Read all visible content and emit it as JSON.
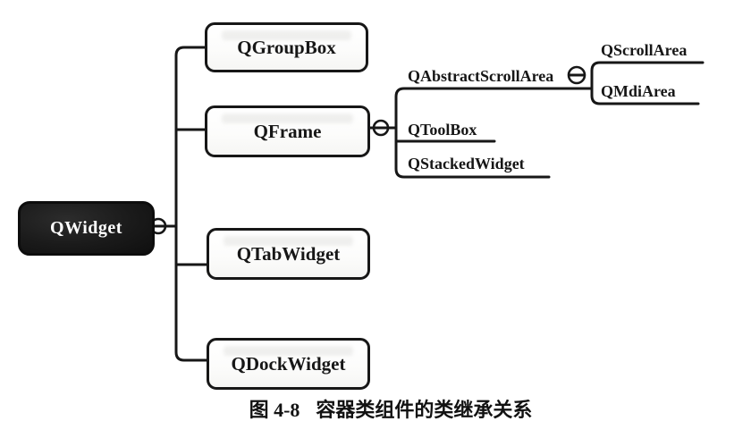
{
  "figure": {
    "label": "图 4-8",
    "title": "容器类组件的类继承关系"
  },
  "colors": {
    "background": "#ffffff",
    "line": "#171717",
    "node_border": "#171717",
    "node_fill": "#ffffff",
    "root_fill": "#1a1a1a",
    "root_text": "#ffffff",
    "text": "#171717"
  },
  "icons": {
    "collapse_marker": "circled-minus"
  },
  "tree": {
    "label": "QWidget",
    "children": [
      {
        "label": "QGroupBox"
      },
      {
        "label": "QFrame",
        "children": [
          {
            "label": "QAbstractScrollArea",
            "children": [
              {
                "label": "QScrollArea"
              },
              {
                "label": "QMdiArea"
              }
            ]
          },
          {
            "label": "QToolBox"
          },
          {
            "label": "QStackedWidget"
          }
        ]
      },
      {
        "label": "QTabWidget"
      },
      {
        "label": "QDockWidget"
      }
    ]
  }
}
